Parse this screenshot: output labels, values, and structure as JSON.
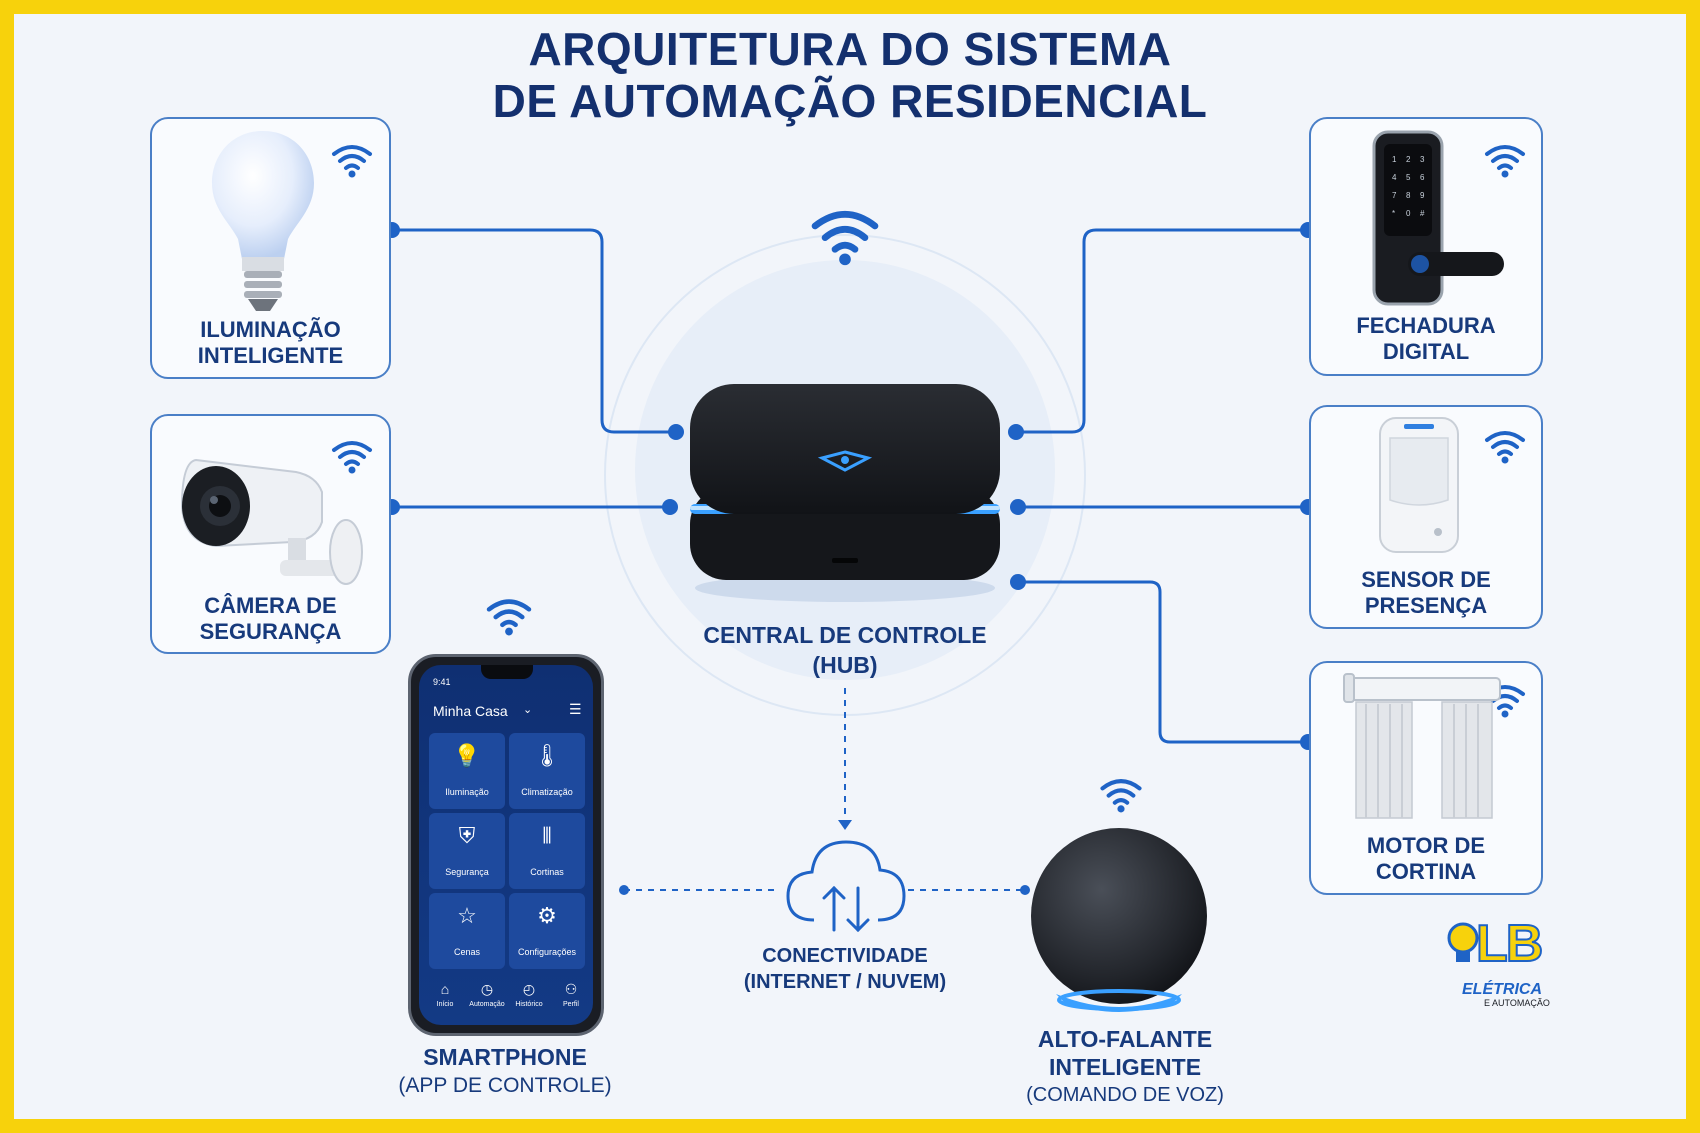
{
  "title": {
    "line1": "ARQUITETURA DO SISTEMA",
    "line2": "DE AUTOMAÇÃO RESIDENCIAL"
  },
  "hub": {
    "line1": "CENTRAL DE CONTROLE",
    "line2": "(HUB)"
  },
  "devices": {
    "lighting": {
      "line1": "ILUMINAÇÃO",
      "line2": "INTELIGENTE"
    },
    "camera": {
      "line1": "CÂMERA DE",
      "line2": "SEGURANÇA"
    },
    "lock": {
      "line1": "FECHADURA",
      "line2": "DIGITAL"
    },
    "sensor": {
      "line1": "SENSOR DE",
      "line2": "PRESENÇA"
    },
    "curtain": {
      "line1": "MOTOR DE",
      "line2": "CORTINA"
    }
  },
  "smartphone": {
    "line1": "SMARTPHONE",
    "line2": "(APP DE CONTROLE)",
    "screen": {
      "time": "9:41",
      "header": "Minha Casa",
      "tiles": [
        "Iluminação",
        "Climatização",
        "Segurança",
        "Cortinas",
        "Cenas",
        "Configurações"
      ],
      "nav": [
        "Início",
        "Automação",
        "Histórico",
        "Perfil"
      ]
    }
  },
  "cloud": {
    "line1": "CONECTIVIDADE",
    "line2": "(INTERNET / NUVEM)"
  },
  "speaker": {
    "line1": "ALTO-FALANTE",
    "line2": "INTELIGENTE",
    "line3": "(COMANDO DE VOZ)"
  },
  "logo": {
    "letters": "LB",
    "line1": "ELÉTRICA",
    "line2": "E AUTOMAÇÃO"
  },
  "colors": {
    "accent": "#1f63c6",
    "title": "#14306e",
    "border": "#f7d20c",
    "glow": "#3aa0ff"
  },
  "icons": [
    "wifi-icon",
    "bulb-icon",
    "camera-icon",
    "lock-icon",
    "sensor-icon",
    "curtain-icon",
    "hub-icon",
    "cloud-icon",
    "speaker-icon",
    "phone-icon"
  ]
}
